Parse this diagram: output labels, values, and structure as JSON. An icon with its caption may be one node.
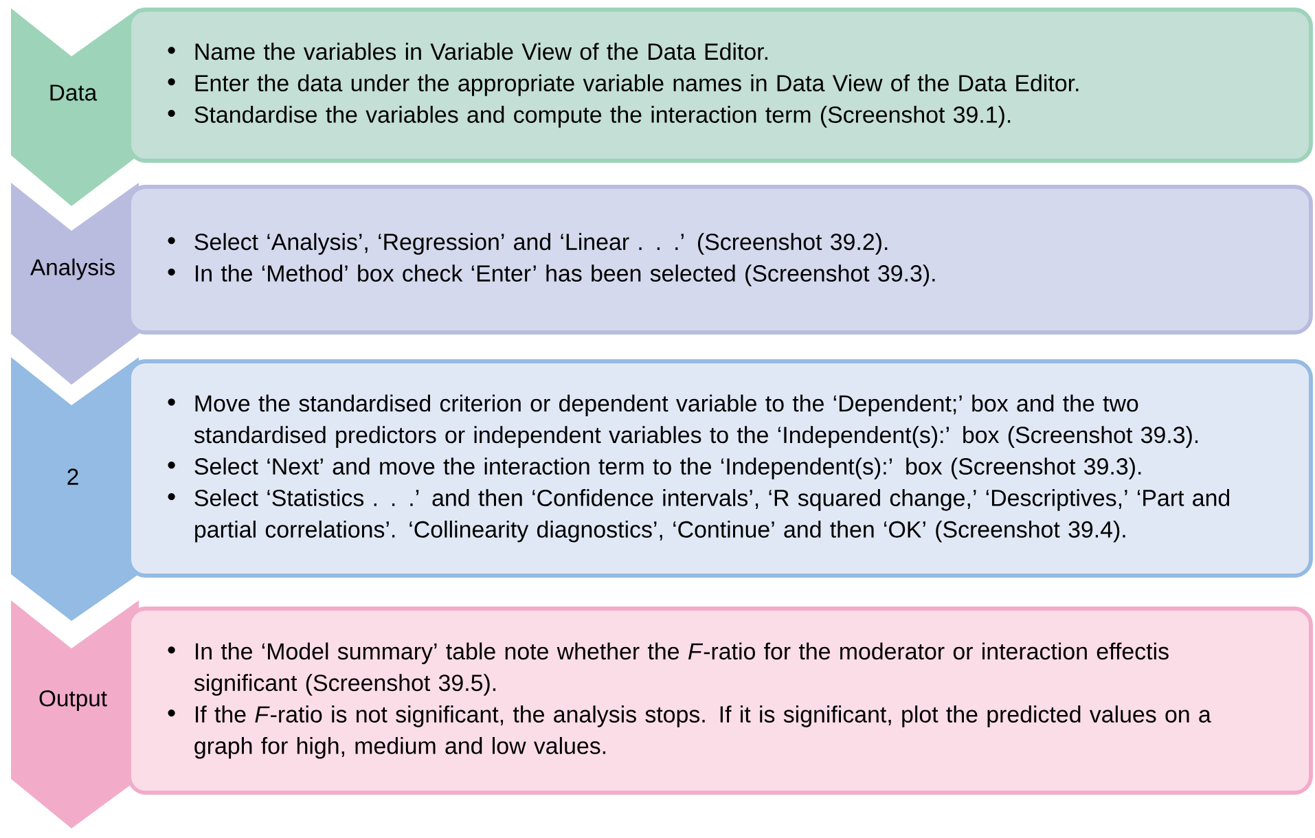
{
  "diagram": {
    "nodes": [
      {
        "text": [
          "Data"
        ]
      },
      {
        "text": [
          "Name the variables in Variable View of the Data Editor.",
          "Enter the data under the appropriate variable names in Data View of the Data Editor.",
          "Standardise the variables and compute the interaction term (Screenshot 39.1)."
        ]
      },
      {
        "text": [
          "Analysis"
        ]
      },
      {
        "text": [
          "Select ‘Analysis’, ‘Regression’ and ‘Linear . . .’ (Screenshot 39.2).",
          "In the ‘Method’ box check ‘Enter’ has been selected (Screenshot 39.3)."
        ]
      },
      {
        "text": [
          "2"
        ]
      },
      {
        "text": [
          "Move the standardised criterion or dependent variable to the ‘Dependent;’ box and the two standardised predictors or independent variables to the ‘Independent(s):’ box (Screenshot 39.3).",
          "Select ‘Next’ and move the interaction term to the ‘Independent(s):’ box (Screenshot 39.3).",
          "Select ‘Statistics . . .’ and then ‘Confidence intervals’, ‘R squared change,’ ‘Descriptives,’ ‘Part and partial correlations’. ‘Collinearity diagnostics’, ‘Continue’ and then ‘OK’ (Screenshot 39.4)."
        ]
      },
      {
        "text": [
          "Output"
        ]
      },
      {
        "text": [
          "In the ‘Model summary’ table note whether the *F*-ratio for the moderator or interaction effectis significant (Screenshot 39.5).",
          "If the *F*-ratio is not significant, the analysis stops. If it is significant, plot the predicted values on a graph for high, medium and low values."
        ]
      }
    ]
  }
}
